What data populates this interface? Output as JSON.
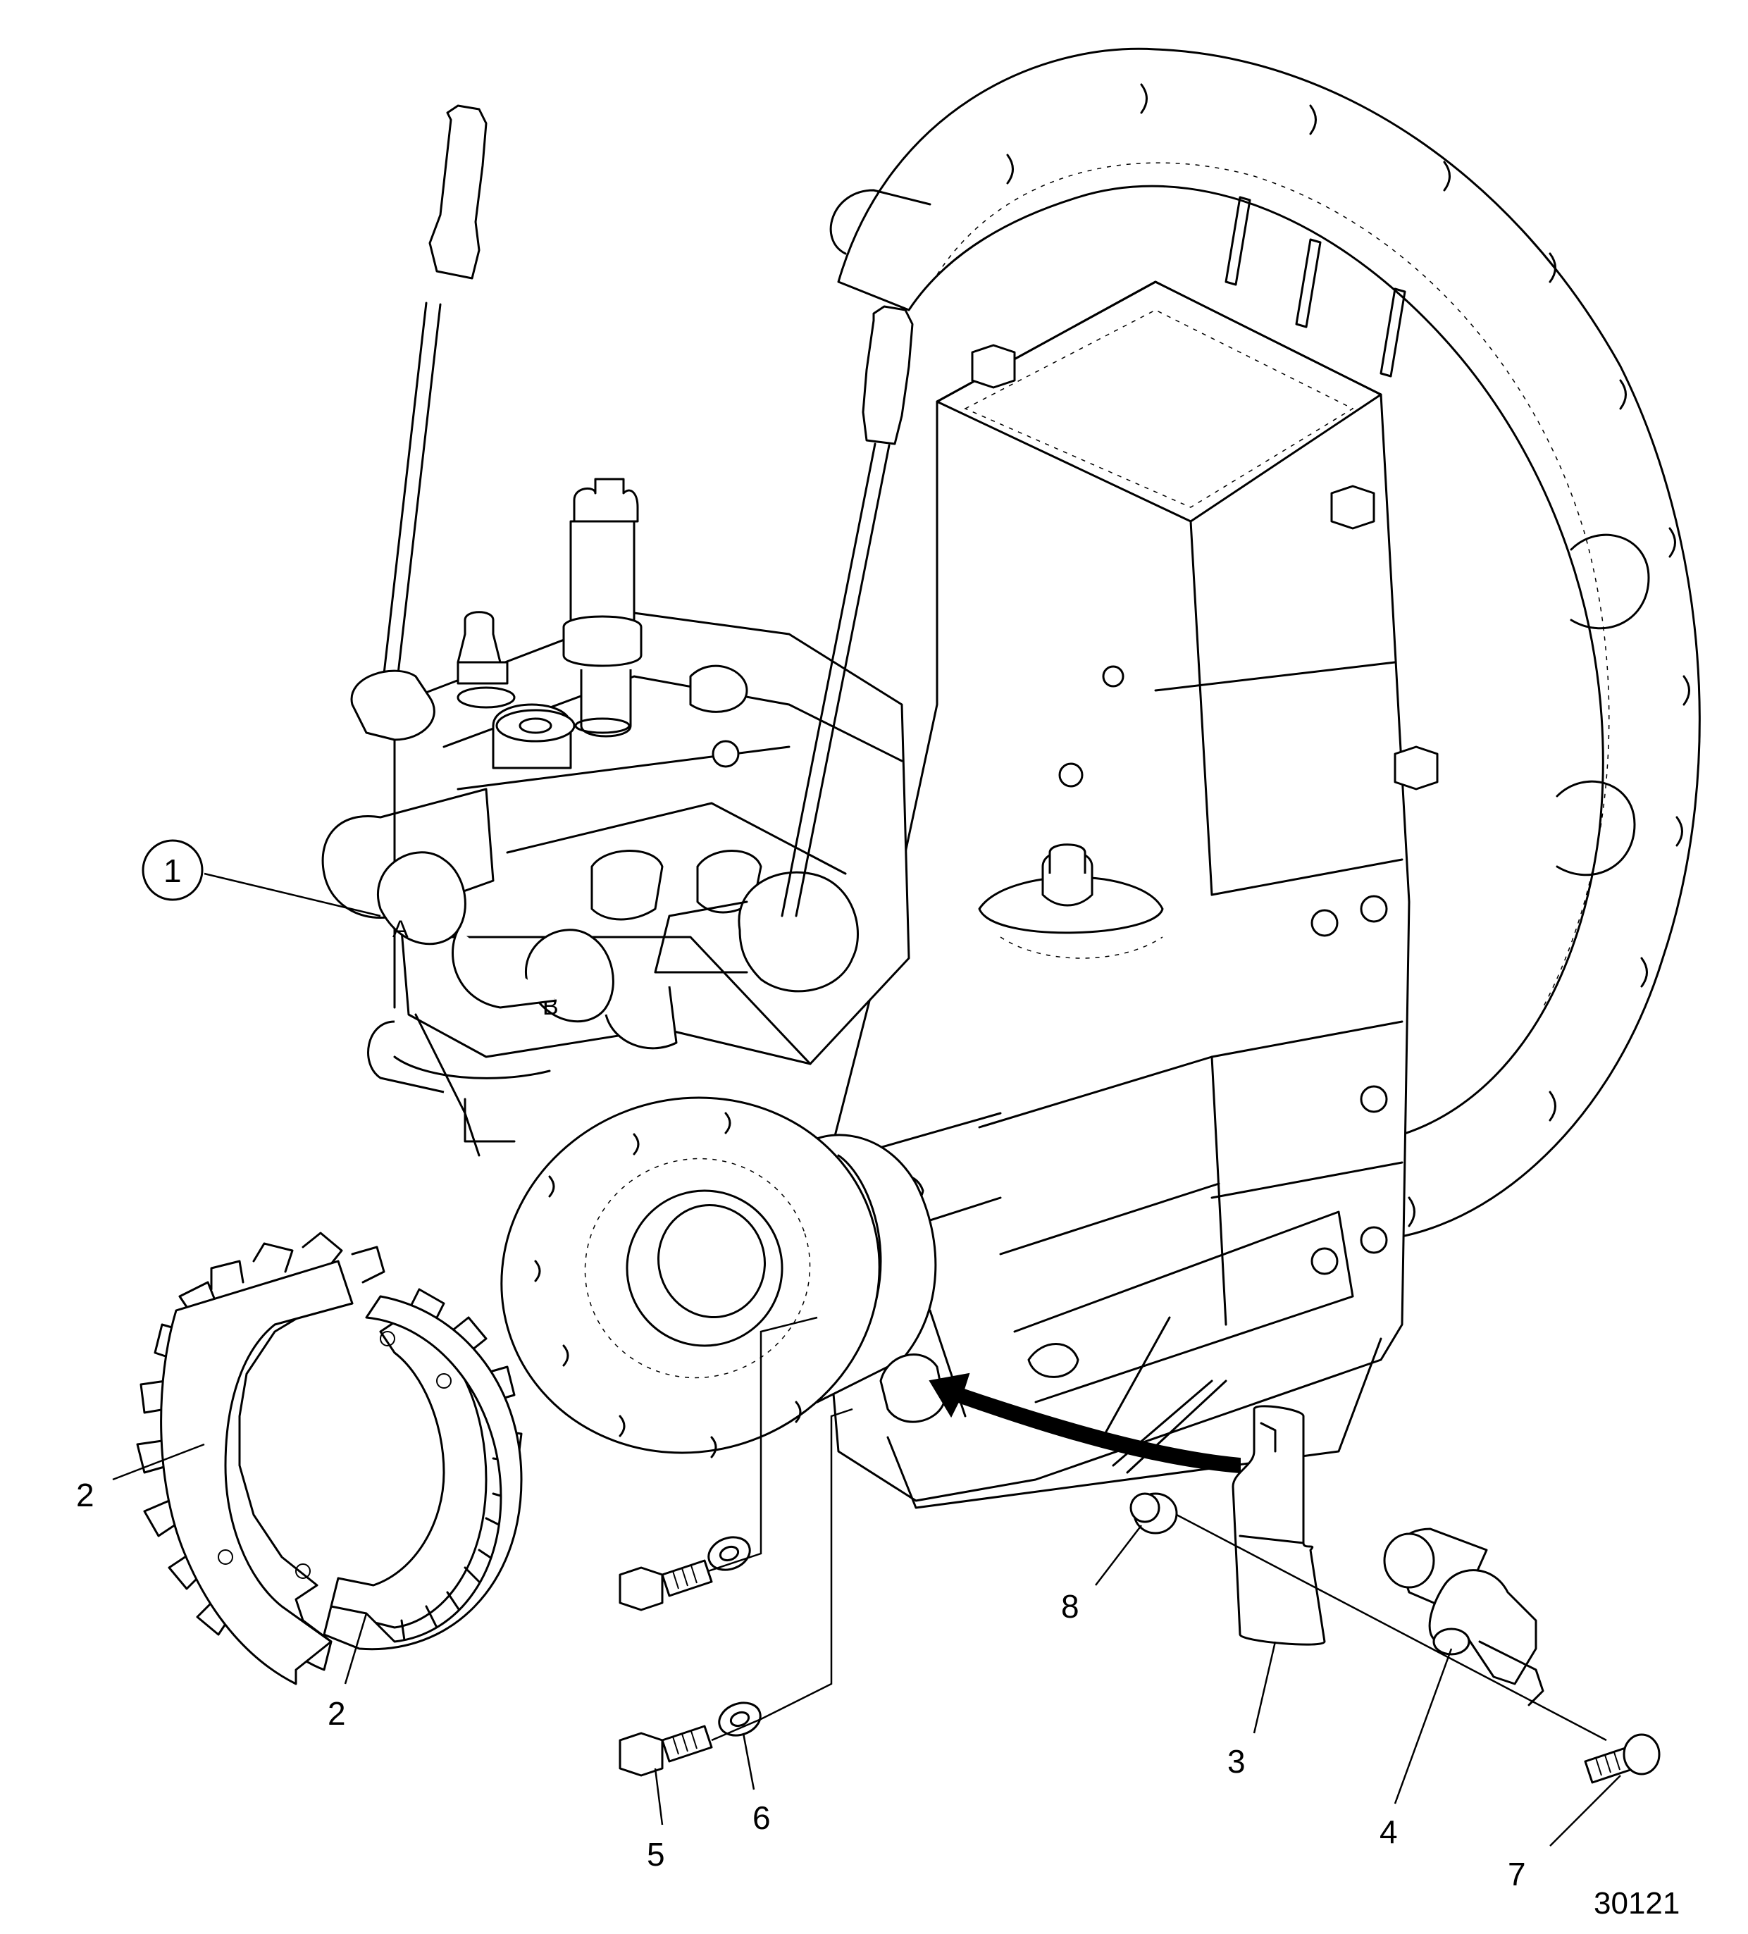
{
  "diagram": {
    "figure_number": "30121",
    "callouts": [
      "1",
      "2",
      "2",
      "3",
      "4",
      "5",
      "6",
      "7",
      "8"
    ],
    "valve_port_labels": [
      "A",
      "B"
    ]
  }
}
